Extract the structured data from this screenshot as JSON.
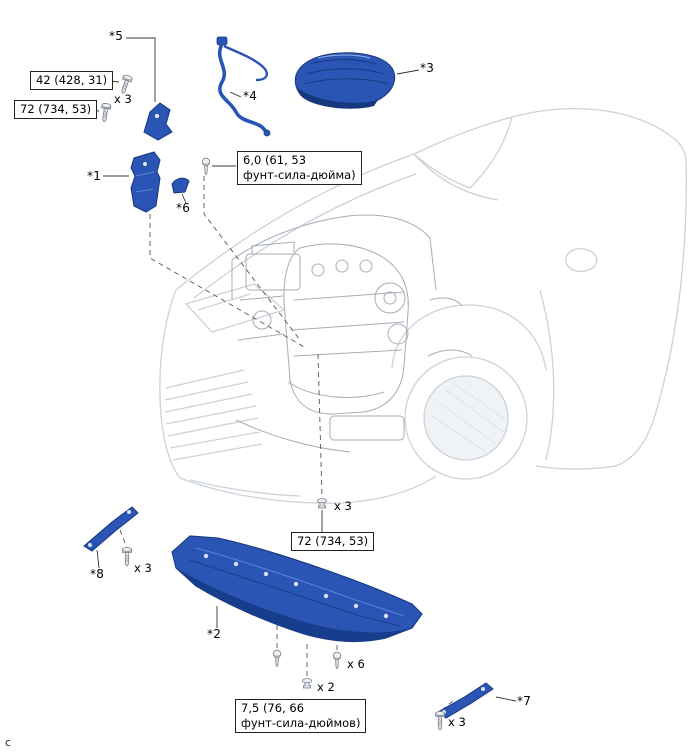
{
  "diagram": {
    "corner_letter": "c",
    "part_labels": {
      "p1": "*1",
      "p2": "*2",
      "p3": "*3",
      "p4": "*4",
      "p5": "*5",
      "p6": "*6",
      "p7": "*7",
      "p8": "*8"
    },
    "torque_specs": {
      "t42": "42 (428, 31)",
      "t72_top": "72 (734, 53)",
      "t72_bottom": "72 (734, 53)",
      "t60_line1": "6,0 (61, 53",
      "t60_line2": "фунт-сила-дюйма)",
      "t75_line1": "7,5 (76, 66",
      "t75_line2": "фунт-сила-дюймов)"
    },
    "quantities": {
      "bolt_top": "x 3",
      "clip_underbody": "x 3",
      "bolt_bracket8": "x 3",
      "screw_cover_x6": "x 6",
      "clip_cover_x2": "x 2",
      "bolt_bracket7": "x 3"
    },
    "icons": {
      "bolt": "bolt-icon",
      "clip": "clip-fastener-icon",
      "screw": "screw-icon"
    },
    "colors": {
      "part_highlight": "#2a55b5",
      "part_highlight_dark": "#16397e",
      "part_highlight_light": "#5d82d2",
      "car_outline": "#cbd2da",
      "engine_lines": "#a4adb7",
      "text": "#000000",
      "background": "#ffffff"
    }
  }
}
